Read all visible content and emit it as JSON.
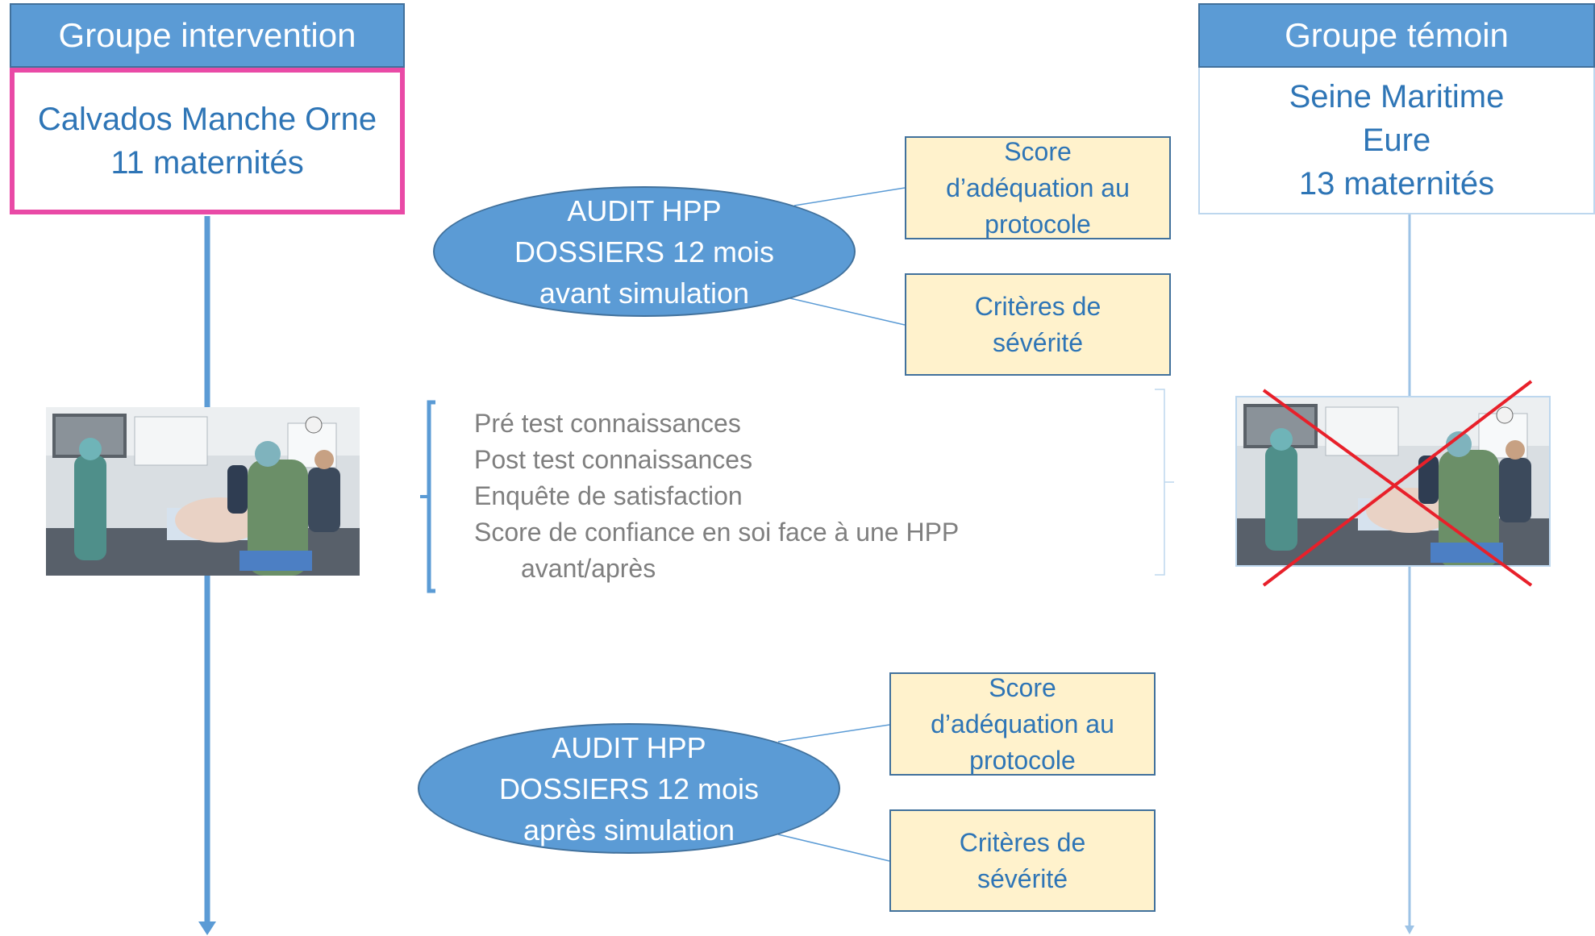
{
  "intervention": {
    "header": "Groupe intervention",
    "lines": [
      "Calvados Manche Orne",
      "11 maternités"
    ]
  },
  "control": {
    "header": "Groupe témoin",
    "lines": [
      "Seine Maritime",
      "Eure",
      "13 maternités"
    ]
  },
  "audit_before": {
    "lines": [
      "AUDIT HPP",
      "DOSSIERS 12 mois",
      "avant simulation"
    ],
    "score_lines": [
      "Score",
      "d’adéquation au",
      "protocole"
    ],
    "criteria_lines": [
      "Critères de",
      "sévérité"
    ]
  },
  "simulation_tests": {
    "items": [
      "Pré test connaissances",
      "Post test connaissances",
      "Enquête de satisfaction",
      "Score de confiance en soi face à une HPP",
      "avant/après"
    ]
  },
  "audit_after": {
    "lines": [
      "AUDIT HPP",
      "DOSSIERS 12 mois",
      "après simulation"
    ],
    "score_lines": [
      "Score",
      "d’adéquation au",
      "protocole"
    ],
    "criteria_lines": [
      "Critères de",
      "sévérité"
    ]
  },
  "images": {
    "simulation_photo": "simulation-photo",
    "crossed_photo": "simulation-photo-crossed",
    "cross_color": "#e8202a"
  },
  "colors": {
    "header_blue": "#5b9bd5",
    "text_blue": "#2e75b6",
    "highlight_pink": "#e94aa6",
    "box_yellow": "#fff2cc"
  }
}
